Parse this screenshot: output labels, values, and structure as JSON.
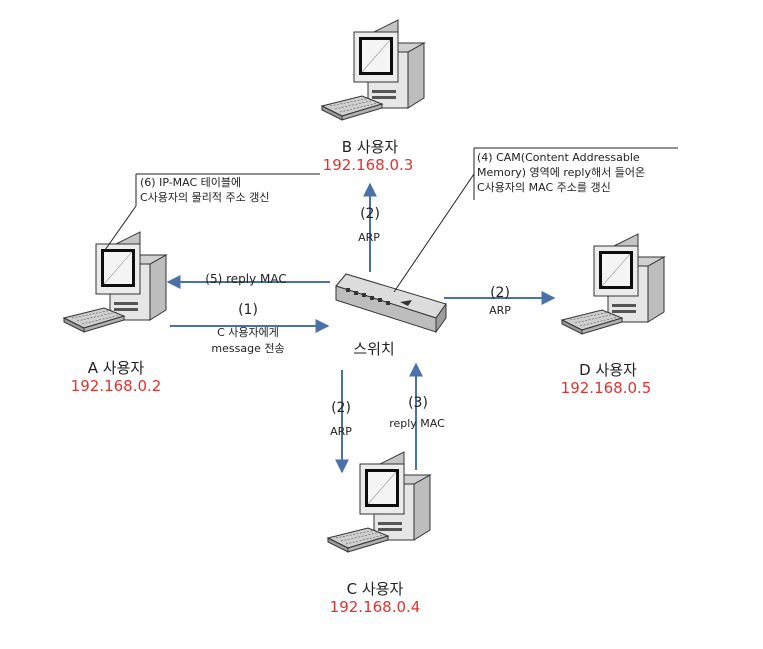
{
  "nodes": {
    "b": {
      "name": "B 사용자",
      "ip": "192.168.0.3"
    },
    "a": {
      "name": "A 사용자",
      "ip": "192.168.0.2"
    },
    "d": {
      "name": "D 사용자",
      "ip": "192.168.0.5"
    },
    "c": {
      "name": "C 사용자",
      "ip": "192.168.0.4"
    },
    "switch": {
      "name": "스위치"
    }
  },
  "edges": {
    "to_b": {
      "step": "(2)",
      "text": "ARP"
    },
    "to_d": {
      "step": "(2)",
      "text": "ARP"
    },
    "to_c": {
      "step": "(2)",
      "text": "ARP"
    },
    "from_c": {
      "step": "(3)",
      "text": "reply MAC"
    },
    "to_a": {
      "text": "(5)  reply MAC"
    },
    "from_a": {
      "step": "(1)",
      "line1": "C 사용자에게",
      "line2": "message 전송"
    }
  },
  "callouts": {
    "a_table": {
      "line1": "(6) IP-MAC 테이블에",
      "line2": "C사용자의 물리적 주소 갱신"
    },
    "cam": {
      "line1": "(4) CAM(Content Addressable",
      "line2": "Memory) 영역에 reply해서 들어온",
      "line3": "C사용자의 MAC 주소를 갱신"
    }
  },
  "colors": {
    "arrow": "#4a72a8",
    "ip": "#e0322f",
    "line": "#222222"
  }
}
